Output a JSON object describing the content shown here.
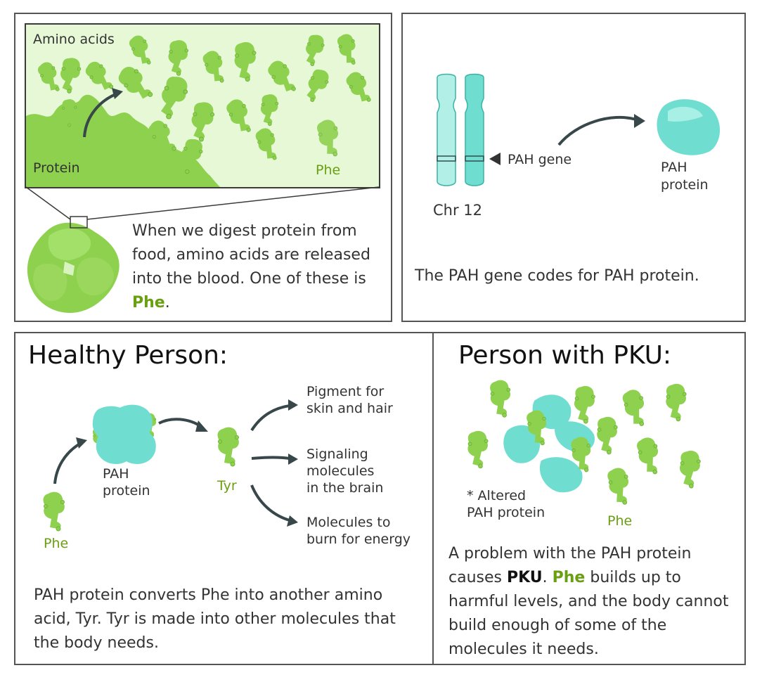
{
  "panel1": {
    "inset_label_amino": "Amino acids",
    "inset_label_protein": "Protein",
    "inset_label_phe": "Phe",
    "caption_part1": "When we digest protein from food, amino acids are released into the blood. One of these is ",
    "caption_highlight": "Phe",
    "caption_end": "."
  },
  "panel2": {
    "chr_label": "Chr 12",
    "gene_label": "PAH gene",
    "protein_label_line1": "PAH",
    "protein_label_line2": "protein",
    "caption": "The PAH gene codes for PAH protein."
  },
  "panel3": {
    "heading": "Healthy Person:",
    "phe_label": "Phe",
    "pah_label_line1": "PAH",
    "pah_label_line2": "protein",
    "tyr_label": "Tyr",
    "out1_line1": "Pigment for",
    "out1_line2": "skin and hair",
    "out2_line1": "Signaling",
    "out2_line2": "molecules",
    "out2_line3": "in the brain",
    "out3_line1": "Molecules to",
    "out3_line2": "burn for energy",
    "caption": "PAH protein converts Phe into another amino acid, Tyr. Tyr is made into other molecules that the body needs."
  },
  "panel4": {
    "heading": "Person with PKU:",
    "altered_line1": "* Altered",
    "altered_line2": "PAH protein",
    "phe_label": "Phe",
    "caption_part1": "A problem with the PAH protein causes ",
    "caption_pku": "PKU",
    "caption_part2": ". ",
    "caption_phe": "Phe",
    "caption_part3": " builds up to harmful levels, and the body cannot build enough of some of the molecules it needs."
  },
  "colors": {
    "amino_green": "#8ed14f",
    "inset_bg": "#e6f8d6",
    "teal": "#6fded0",
    "phe_text": "#6a9f12",
    "arrow": "#37474a"
  }
}
